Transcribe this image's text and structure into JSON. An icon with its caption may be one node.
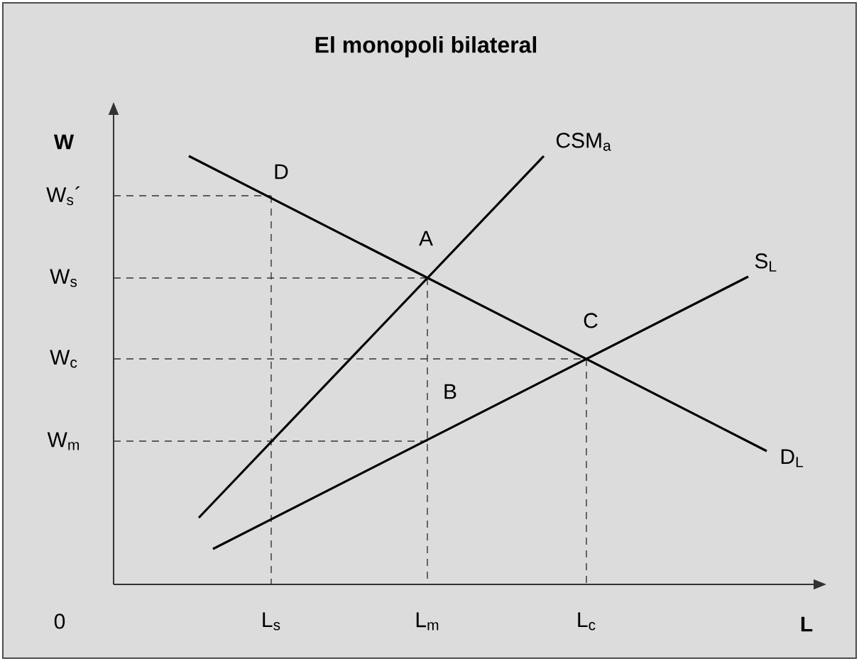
{
  "diagram": {
    "title": "El monopoli bilateral",
    "labels": [
      "W",
      "W$_{s}$´",
      "W$_{s}$",
      "W$_{c}$",
      "W$_{m}$",
      "D",
      "CSM$_{a}$",
      "A",
      "S$_{L}$",
      "C",
      "B",
      "D$_{L}$",
      "0",
      "L$_{s}$",
      "L$_{m}$",
      "L$_{c}$",
      "L"
    ]
  }
}
